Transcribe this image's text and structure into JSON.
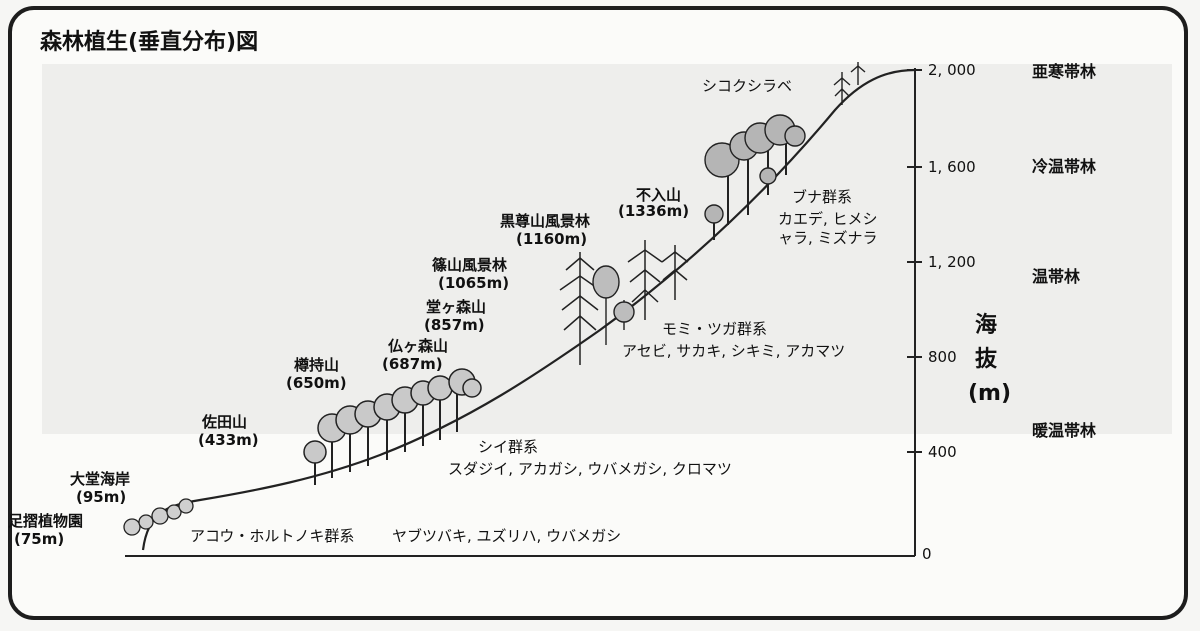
{
  "title": "森林植生(垂直分布)図",
  "axis": {
    "label_1": "海",
    "label_2": "抜",
    "label_unit": "(m)",
    "ticks": [
      {
        "value": 2000,
        "label": "2, 000"
      },
      {
        "value": 1600,
        "label": "1, 600"
      },
      {
        "value": 1200,
        "label": "1, 200"
      },
      {
        "value": 800,
        "label": "800"
      },
      {
        "value": 400,
        "label": "400"
      },
      {
        "value": 0,
        "label": "0"
      }
    ]
  },
  "zones": [
    "亜寒帯林",
    "冷温帯林",
    "温帯林",
    "暖温帯林"
  ],
  "places": [
    {
      "name": "足摺植物園",
      "elev": "(75m)"
    },
    {
      "name": "大堂海岸",
      "elev": "(95m)"
    },
    {
      "name": "佐田山",
      "elev": "(433m)"
    },
    {
      "name": "樽持山",
      "elev": "(650m)"
    },
    {
      "name": "仏ヶ森山",
      "elev": "(687m)"
    },
    {
      "name": "堂ヶ森山",
      "elev": "(857m)"
    },
    {
      "name": "篠山風景林",
      "elev": "(1065m)"
    },
    {
      "name": "黒尊山風景林",
      "elev": "(1160m)"
    },
    {
      "name": "不入山",
      "elev": "(1336m)"
    }
  ],
  "communities": {
    "akou": {
      "name": "アコウ・ホルトノキ群系",
      "species": "ヤブツバキ, ユズリハ, ウバメガシ"
    },
    "shii": {
      "name": "シイ群系",
      "species": "スダジイ, アカガシ, ウバメガシ, クロマツ"
    },
    "momi": {
      "name": "モミ・ツガ群系",
      "species": "アセビ, サカキ, シキミ, アカマツ"
    },
    "buna": {
      "name": "ブナ群系",
      "species_1": "カエデ, ヒメシ",
      "species_2": "ャラ, ミズナラ"
    },
    "shikoku": {
      "name": "シコクシラベ"
    }
  }
}
